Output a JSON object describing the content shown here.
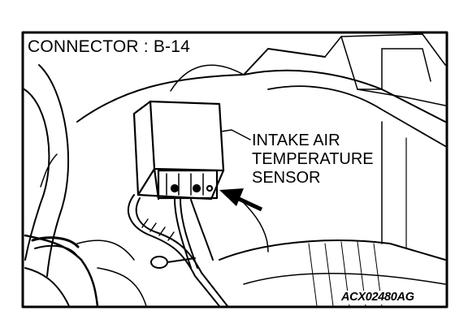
{
  "connector_label": "CONNECTOR : B-14",
  "callout": {
    "lines": [
      "INTAKE AIR",
      "TEMPERATURE",
      "SENSOR"
    ]
  },
  "figure_code": "ACX02480AG",
  "colors": {
    "ink": "#000000",
    "paper": "#ffffff"
  }
}
